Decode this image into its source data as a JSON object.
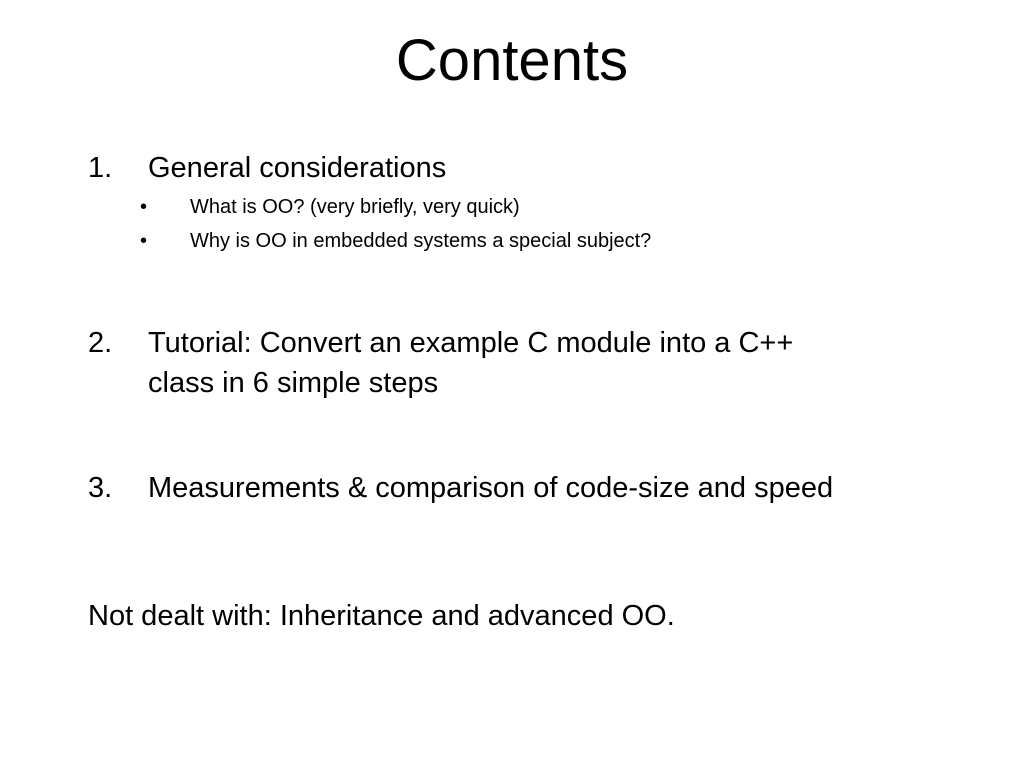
{
  "slide": {
    "title": "Contents",
    "items": [
      {
        "number": "1.",
        "text": "General considerations",
        "subitems": [
          {
            "bullet": "•",
            "text": "What is OO? (very briefly, very quick)"
          },
          {
            "bullet": "•",
            "text": "Why is OO in embedded systems a special subject?"
          }
        ]
      },
      {
        "number": "2.",
        "text": "Tutorial: Convert an example C module into a C++ class in 6 simple steps"
      },
      {
        "number": "3.",
        "text": "Measurements & comparison of code-size and speed"
      }
    ],
    "note": "Not dealt with: Inheritance and advanced OO."
  }
}
